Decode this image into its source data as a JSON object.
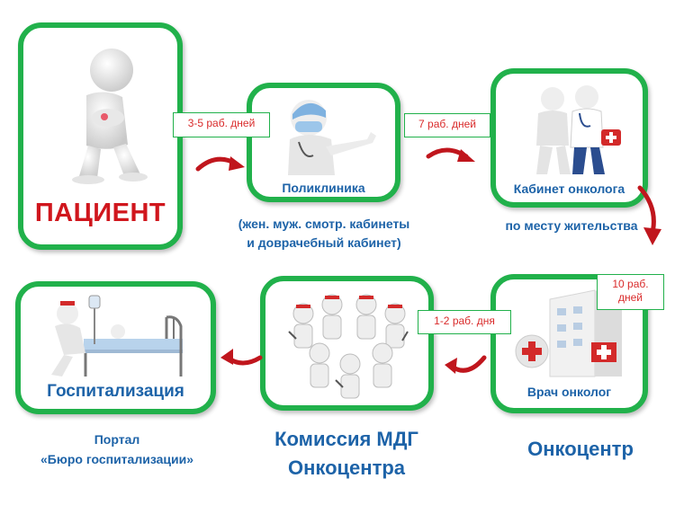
{
  "steps": {
    "patient": "ПАЦИЕНТ",
    "polyclinic": "Поликлиника",
    "oncologist_office": "Кабинет онколога",
    "oncologist_doctor": "Врач онколог",
    "mdg_commission": "Комиссия МДГ",
    "mdg_commission_line2": "Онкоцентра",
    "hospitalization": "Госпитализация",
    "oncocenter": "Онкоцентр"
  },
  "captions": {
    "polyclinic_note_line1": "(жен. муж. смотр. кабинеты",
    "polyclinic_note_line2": "и доврачебный кабинет)",
    "oncologist_note": "по месту жительства",
    "portal_line1": "Портал",
    "portal_line2": "«Бюро госпитализации»"
  },
  "timings": {
    "t1": "3-5 раб. дней",
    "t2": "7 раб. дней",
    "t3_line1": "10 раб.",
    "t3_line2": "дней",
    "t4": "1-2 раб. дня"
  },
  "colors": {
    "border_green": "#21b14b",
    "arrow_red": "#c0161d",
    "text_blue": "#1d63a8",
    "patient_red": "#d0161d",
    "timing_red": "#d92b2b"
  }
}
